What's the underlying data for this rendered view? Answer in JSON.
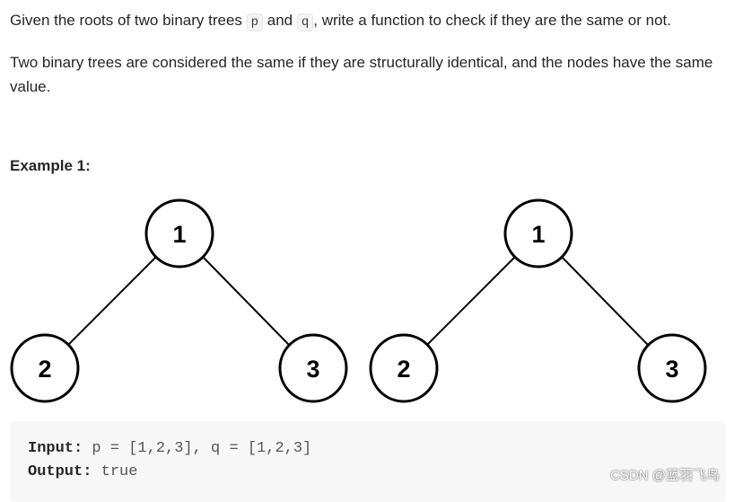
{
  "problem": {
    "intro_before_p": "Given the roots of two binary trees ",
    "var_p": "p",
    "intro_and": " and ",
    "var_q": "q",
    "intro_after_q": ", write a function to check if they are the same or not.",
    "definition": "Two binary trees are considered the same if they are structurally identical, and the nodes have the same value."
  },
  "example": {
    "title": "Example 1:",
    "tree_p": {
      "root": "1",
      "left": "2",
      "right": "3"
    },
    "tree_q": {
      "root": "1",
      "left": "2",
      "right": "3"
    },
    "input_label": "Input:",
    "input_value": " p = [1,2,3], q = [1,2,3]",
    "output_label": "Output:",
    "output_value": " true"
  },
  "watermark": "CSDN @蓝羽飞鸟"
}
